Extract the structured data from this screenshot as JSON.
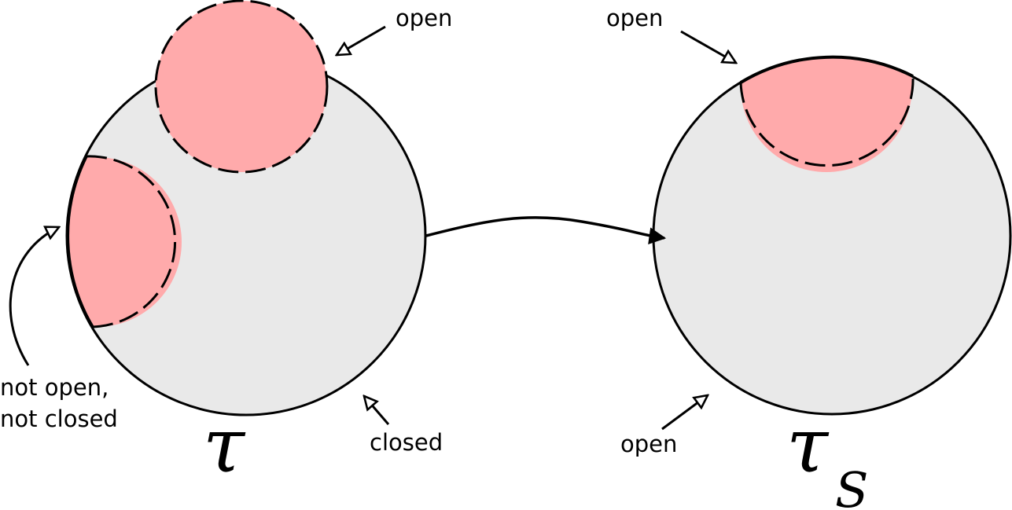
{
  "colors": {
    "background": "#ffffff",
    "space_fill": "#e9e9e9",
    "subset_fill": "#ffaaab",
    "stroke": "#000000"
  },
  "left": {
    "symbol": "τ",
    "label_open": "open",
    "label_closed": "closed",
    "label_neither_line1": "not open,",
    "label_neither_line2": "not closed"
  },
  "right": {
    "symbol": "τ",
    "symbol_subscript": "S",
    "label_open_top": "open",
    "label_open_bottom": "open"
  },
  "icons": {
    "map_arrow": "arrow-right-icon",
    "pointer_arrow": "hollow-arrowhead-icon"
  }
}
